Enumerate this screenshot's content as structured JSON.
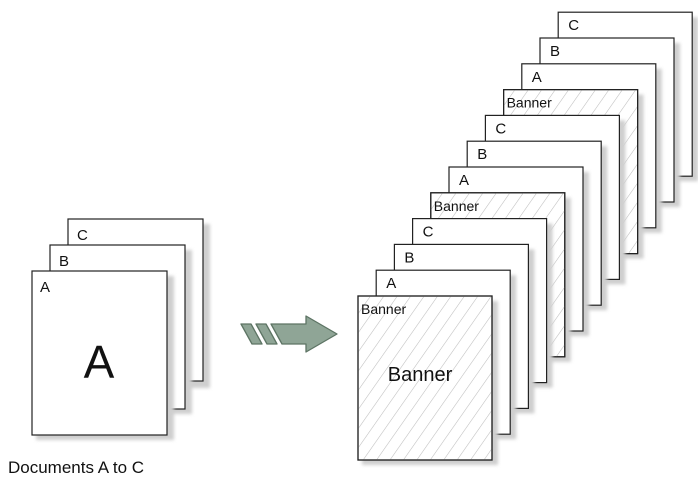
{
  "source_stack": {
    "caption": "Documents A to C",
    "pages": [
      {
        "label": "C"
      },
      {
        "label": "B"
      },
      {
        "label": "A",
        "big_text": "A"
      }
    ]
  },
  "result_stack": {
    "pages": [
      {
        "label": "C",
        "banner": false
      },
      {
        "label": "B",
        "banner": false
      },
      {
        "label": "A",
        "banner": false
      },
      {
        "label": "Banner",
        "banner": true
      },
      {
        "label": "C",
        "banner": false
      },
      {
        "label": "B",
        "banner": false
      },
      {
        "label": "A",
        "banner": false
      },
      {
        "label": "Banner",
        "banner": true
      },
      {
        "label": "C",
        "banner": false
      },
      {
        "label": "B",
        "banner": false
      },
      {
        "label": "A",
        "banner": false
      },
      {
        "label": "Banner",
        "banner": true,
        "big_text": "Banner"
      }
    ]
  },
  "arrow": {
    "color": "#8fa596",
    "stroke": "#5d7464"
  },
  "colors": {
    "page_border": "#222222",
    "shadow": "#c9c9c9",
    "hatch": "#b9b9b9"
  }
}
